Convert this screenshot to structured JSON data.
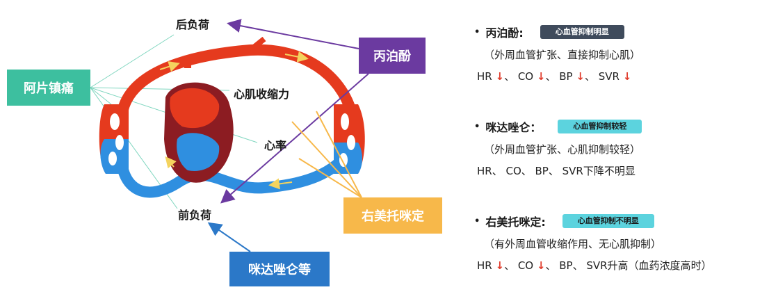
{
  "diagram": {
    "afterload": "后负荷",
    "preload": "前负荷",
    "contractility": "心肌收缩力",
    "heart_rate": "心率",
    "opioid_box": "阿片镇痛",
    "propofol_box": "丙泊酚",
    "dexmedetomidine_box": "右美托咪定",
    "midazolam_box": "咪达唑仑等"
  },
  "colors": {
    "green": "#3dbf9f",
    "purple": "#6b3aa0",
    "orange": "#f7b84a",
    "blue": "#2b78c8",
    "arterial_red": "#e53a1e",
    "venous_blue": "#2f8fe0",
    "badge_dark": "#3f4b5c",
    "badge_light": "#5cd3de",
    "down_arrow": "#e03c2c"
  },
  "drugs": [
    {
      "bullet": "•",
      "name": "丙泊酚:",
      "badge": "心血管抑制明显",
      "desc": "（外周血管扩张、直接抑制心肌）",
      "hr": "HR",
      "hr_arrow": "↓",
      "co": "、 CO",
      "co_arrow": "↓",
      "bp": "、 BP",
      "bp_arrow": "↓",
      "svr": "、 SVR",
      "svr_arrow": "↓",
      "tail": ""
    },
    {
      "bullet": "•",
      "name": "咪达唑仑：",
      "badge": "心血管抑制较轻",
      "desc": "（外周血管扩张、心肌抑制较轻）",
      "effects": "HR、 CO、 BP、 SVR下降不明显"
    },
    {
      "bullet": "•",
      "name": "右美托咪定:",
      "badge": "心血管抑制不明显",
      "desc": "（有外周血管收缩作用、无心肌抑制）",
      "hr": "HR",
      "hr_arrow": "↓",
      "co": "、 CO",
      "co_arrow": "↓",
      "bp": "、 BP、 SVR升高（血药浓度高时）"
    }
  ]
}
